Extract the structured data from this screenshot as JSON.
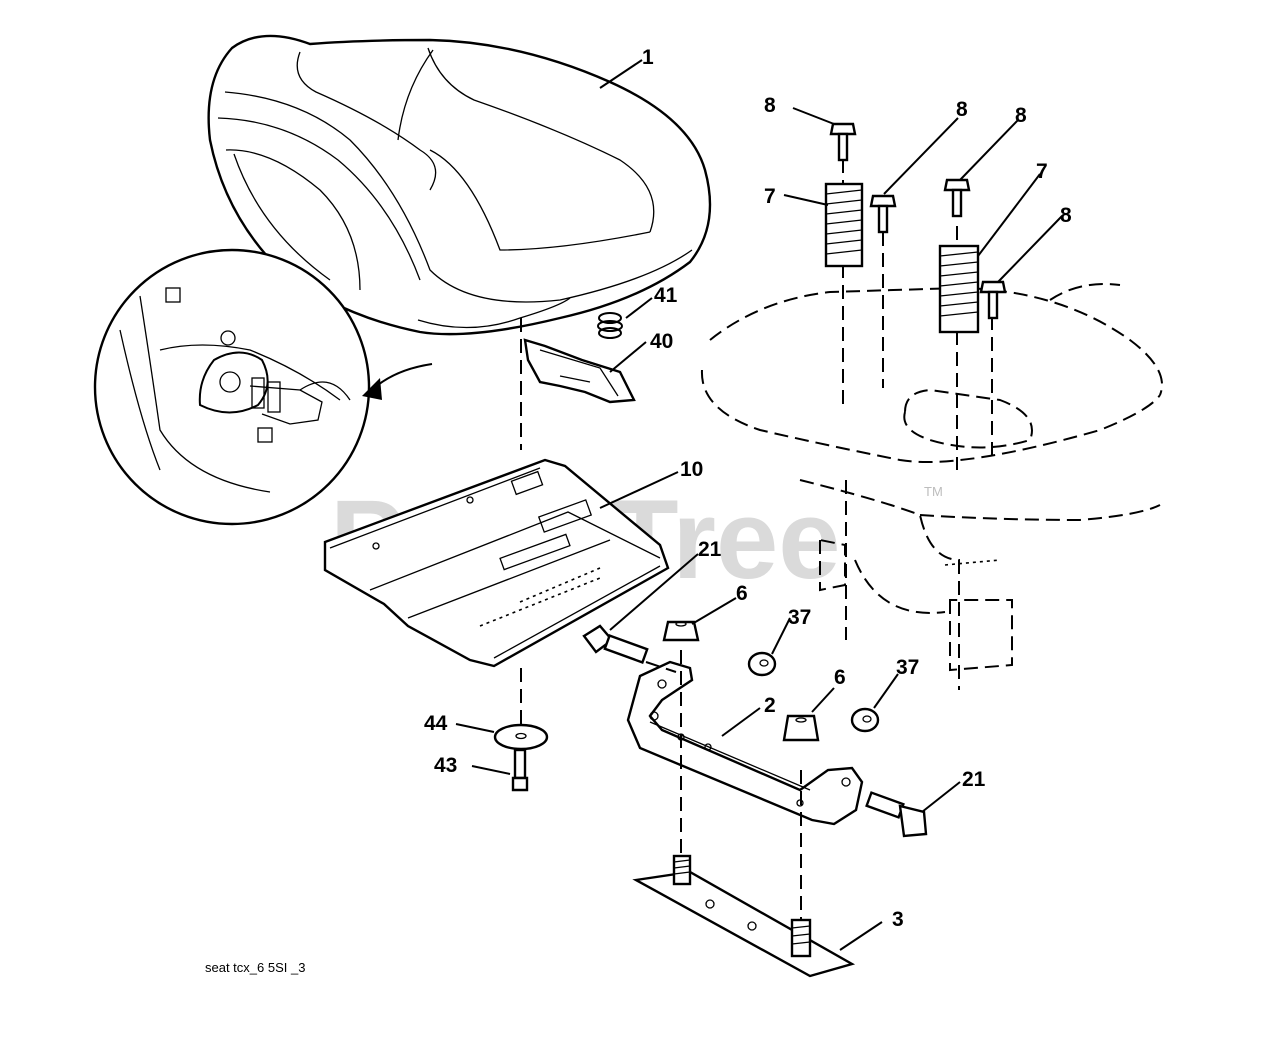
{
  "diagram": {
    "drawing_code": "seat tcx_6 5SI _3",
    "watermark": "PartsTree",
    "watermark_mark": "TM",
    "callouts": {
      "seat": "1",
      "bracket": "2",
      "plate": "3",
      "nut_left": "6",
      "nut_right": "6",
      "spring_left": "7",
      "spring_right": "7",
      "bolt_a": "8",
      "bolt_b": "8",
      "bolt_c": "8",
      "bolt_d": "8",
      "seat_pan": "10",
      "shoulder_bolt_left": "21",
      "shoulder_bolt_right": "21",
      "locknut_left": "37",
      "locknut_right": "37",
      "clip": "40",
      "switch_spring": "41",
      "screw": "43",
      "washer": "44"
    }
  }
}
